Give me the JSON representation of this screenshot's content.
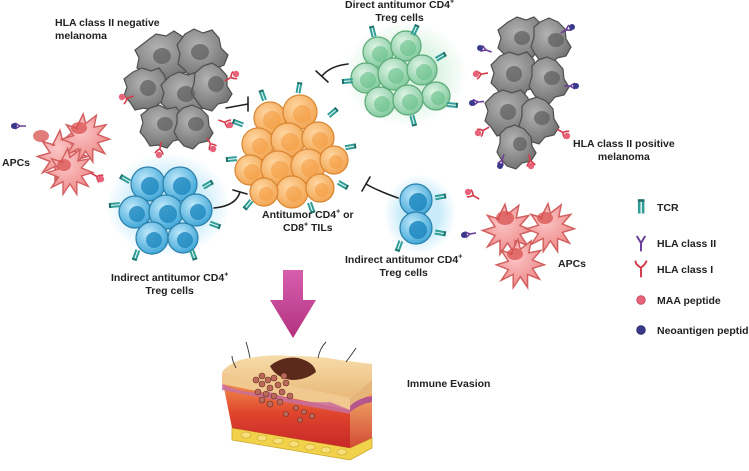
{
  "labels": {
    "hla2_negative": [
      "HLA class II negative",
      "melanoma"
    ],
    "direct_treg": [
      "Direct antitumor CD4",
      "+",
      "Treg cells"
    ],
    "hla2_positive": [
      "HLA class II positive",
      "melanoma"
    ],
    "apcs_left": "APCs",
    "apcs_right": "APCs",
    "tils": [
      "Antitumor CD4",
      "+",
      " or",
      "CD8",
      "+",
      " TILs"
    ],
    "indirect_left": [
      "Indirect antitumor CD4",
      "+",
      "Treg cells"
    ],
    "indirect_right": [
      "Indirect antitumor CD4",
      "+",
      "Treg cells"
    ],
    "immune_evasion": "Immune Evasion"
  },
  "legend": [
    {
      "label": "TCR",
      "icon": "tcr-icon",
      "color": "#2f9e96"
    },
    {
      "label": "HLA class II",
      "icon": "hla-class-ii-icon",
      "color": "#6a3d9a"
    },
    {
      "label": "HLA class I",
      "icon": "hla-class-i-icon",
      "color": "#d43c4c"
    },
    {
      "label": "MAA peptide",
      "icon": "maa-peptide-icon",
      "color": "#e8637a"
    },
    {
      "label": "Neoantigen peptide",
      "icon": "neoantigen-peptide-icon",
      "color": "#3a3a8c"
    }
  ],
  "colors": {
    "melanoma": "#8a8a8a",
    "apc": "#f19a9a",
    "til": "#f7b56a",
    "direct_treg": "#8fd3a6",
    "indirect_treg": "#5ab8e2",
    "arrow": "#c8479a",
    "inhibit": "#222222"
  }
}
